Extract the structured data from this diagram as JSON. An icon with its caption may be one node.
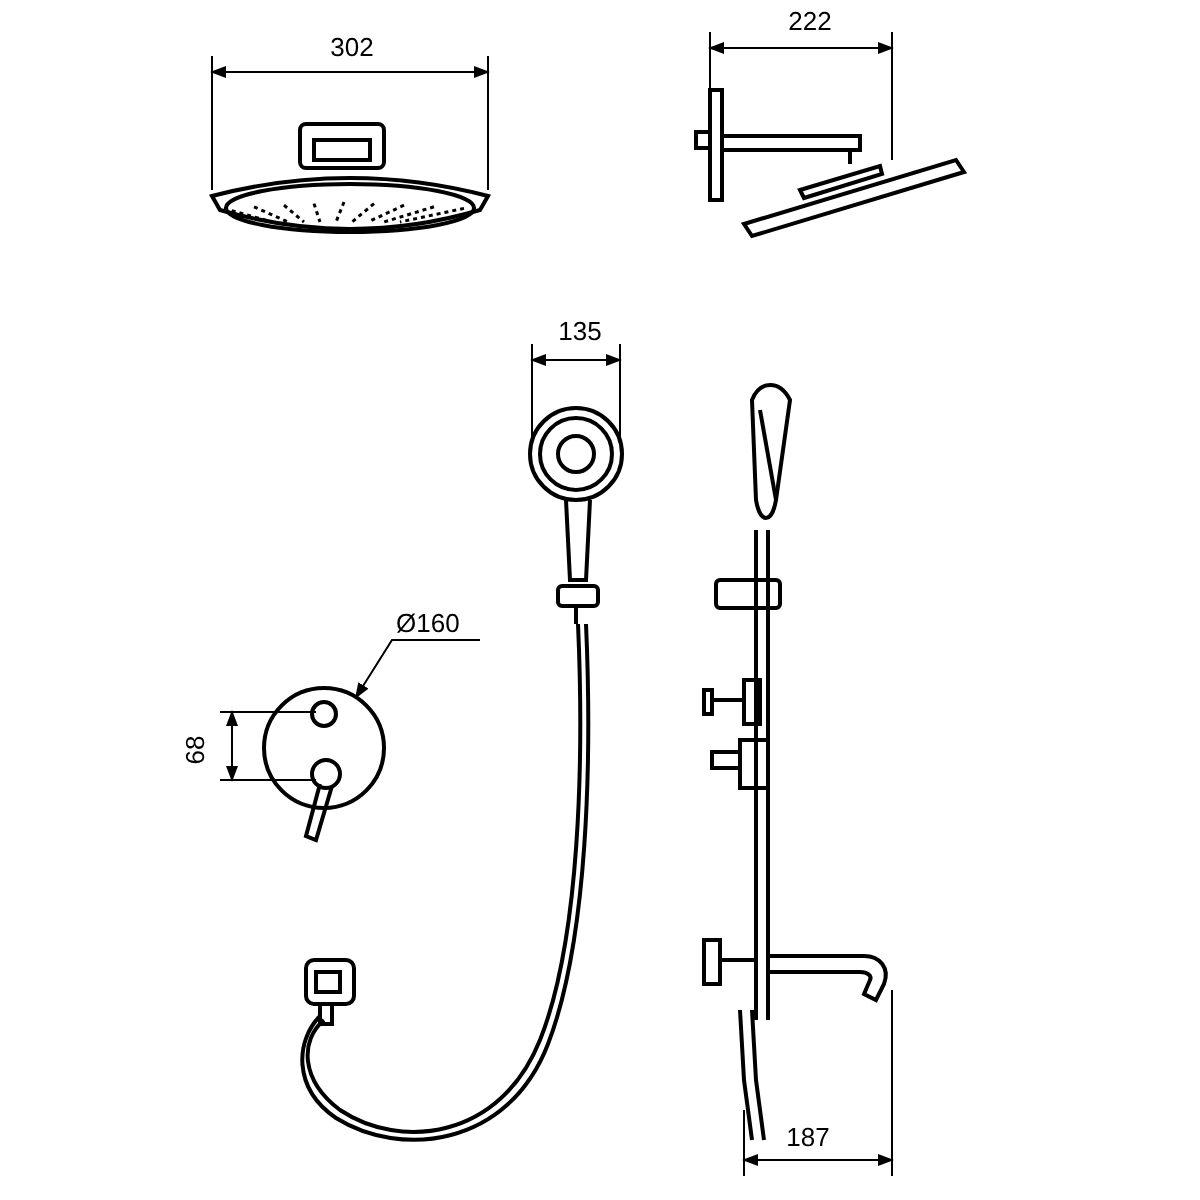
{
  "diagram": {
    "nodes": [
      {
        "text": [
          "Ø160"
        ]
      },
      {
        "text": [],
        "shape": "circle"
      }
    ],
    "edges": [
      {
        "from": 0,
        "to": 1,
        "arrow": "to"
      }
    ],
    "labels": [
      "302",
      "222",
      "135",
      "68",
      "187"
    ]
  }
}
